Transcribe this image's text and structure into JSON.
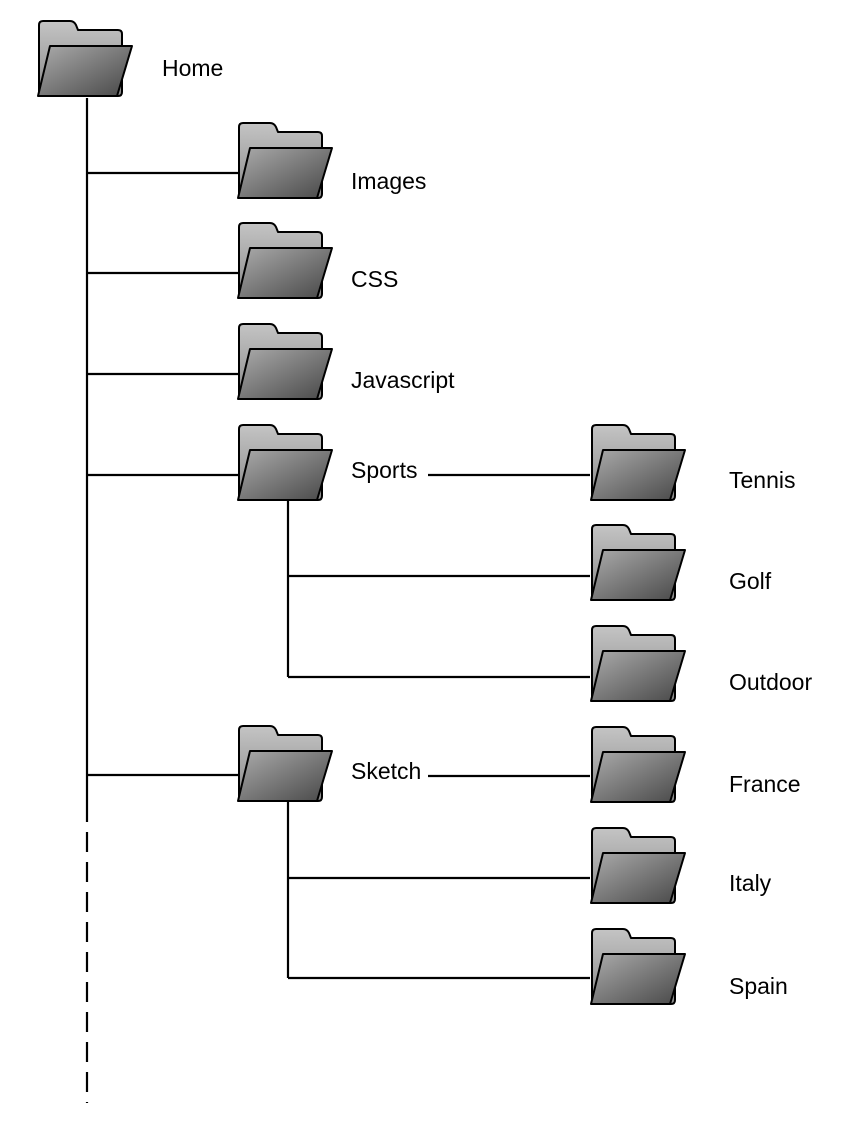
{
  "colors": {
    "folder_back_light": "#bdbdbd",
    "folder_back_dark": "#8a8a8a",
    "folder_front_light": "#a8a8a8",
    "folder_front_dark": "#4d4d4d",
    "line": "#000000"
  },
  "tree": {
    "root": {
      "label": "Home",
      "icon": "folder-icon"
    },
    "children": [
      {
        "label": "Images",
        "icon": "folder-icon"
      },
      {
        "label": "CSS",
        "icon": "folder-icon"
      },
      {
        "label": "Javascript",
        "icon": "folder-icon"
      },
      {
        "label": "Sports",
        "icon": "folder-icon",
        "children": [
          {
            "label": "Tennis",
            "icon": "folder-icon"
          },
          {
            "label": "Golf",
            "icon": "folder-icon"
          },
          {
            "label": "Outdoor",
            "icon": "folder-icon"
          }
        ]
      },
      {
        "label": "Sketch",
        "icon": "folder-icon",
        "children": [
          {
            "label": "France",
            "icon": "folder-icon"
          },
          {
            "label": "Italy",
            "icon": "folder-icon"
          },
          {
            "label": "Spain",
            "icon": "folder-icon"
          }
        ]
      }
    ]
  }
}
